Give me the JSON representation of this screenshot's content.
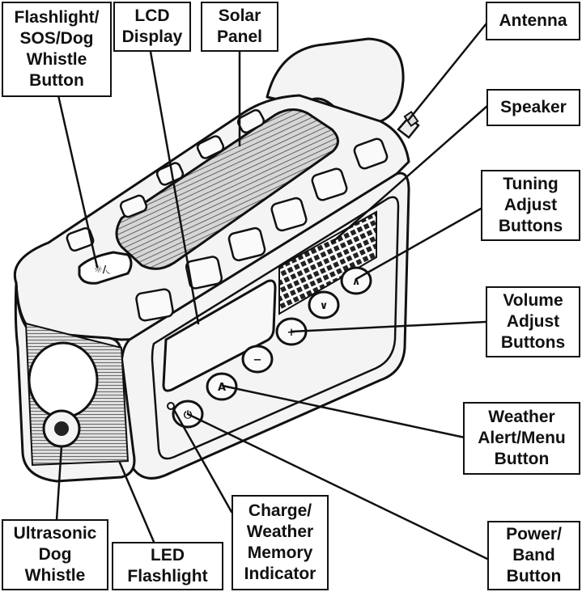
{
  "labels": {
    "flashlight_button": "Flashlight/\nSOS/Dog\nWhistle\nButton",
    "lcd_display": "LCD\nDisplay",
    "solar_panel": "Solar\nPanel",
    "antenna": "Antenna",
    "speaker": "Speaker",
    "tuning": "Tuning\nAdjust\nButtons",
    "volume": "Volume\nAdjust\nButtons",
    "weather_alert": "Weather\nAlert/Menu\nButton",
    "power_band": "Power/\nBand\nButton",
    "charge_indicator": "Charge/\nWeather\nMemory\nIndicator",
    "led_flashlight": "LED\nFlashlight",
    "dog_whistle": "Ultrasonic\nDog\nWhistle"
  },
  "colors": {
    "line": "#111111",
    "body_fill": "#f2f2f2",
    "panel_fill": "#cfcfcf",
    "grille": "#222222"
  }
}
